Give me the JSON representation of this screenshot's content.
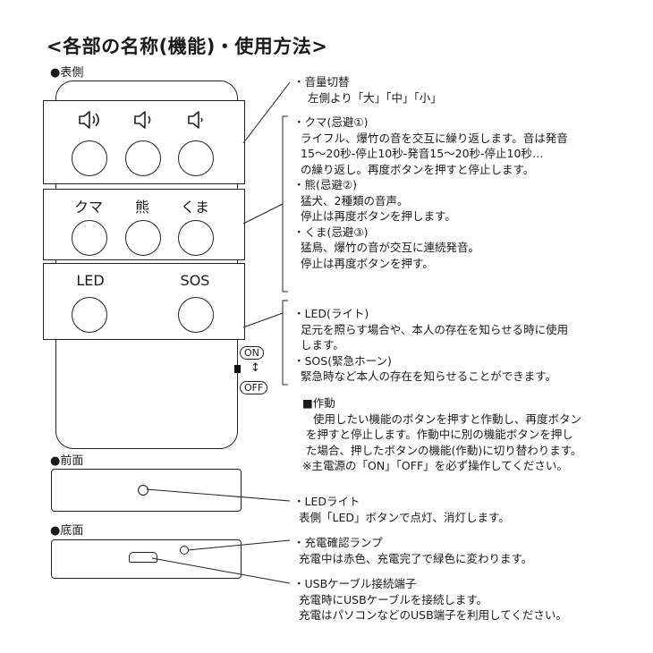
{
  "title": "<各部の名称(機能)・使用方法>",
  "sections": {
    "front": "●表側",
    "side": "●前面",
    "bottom": "●底面"
  },
  "remote": {
    "volume_icons": [
      "volume-high-icon",
      "volume-medium-icon",
      "volume-low-icon"
    ],
    "row2_labels": [
      "クマ",
      "熊",
      "くま"
    ],
    "row3_labels": [
      "LED",
      "SOS"
    ],
    "switch": {
      "on": "ON",
      "off": "OFF"
    }
  },
  "notes": {
    "volume": [
      "・音量切替",
      "左側より「大」「中」「小」"
    ],
    "modes": [
      "・クマ(忌避①)",
      "ライフル、爆竹の音を交互に繰り返します。音は発音",
      "15～20秒-停止10秒-発音15～20秒-停止10秒…",
      "の繰り返し。再度ボタンを押すと停止します。",
      "・熊(忌避②)",
      "猛犬、2種類の音声。",
      "停止は再度ボタンを押します。",
      "・くま(忌避③)",
      "猛鳥、爆竹の音が交互に連続発音。",
      "停止は再度ボタンを押す。"
    ],
    "led_sos": [
      "・LED(ライト)",
      "足元を照らす場合や、本人の存在を知らせる時に使用",
      "します。",
      "・SOS(緊急ホーン)",
      "緊急時など本人の存在を知らせることができます。"
    ],
    "operation": [
      "■作動",
      "使用したい機能のボタンを押すと作動し、再度ボタン",
      "を押すと停止します。作動中に別の機能ボタンを押し",
      "た場合、押したボタンの機能(作動)に切り替わります。",
      "※主電源の「ON」「OFF」を必ず操作してください。"
    ],
    "led_light": [
      "・LEDライト",
      "表側「LED」ボタンで点灯、消灯します。"
    ],
    "charge_lamp": [
      "・充電確認ランプ",
      "充電中は赤色、充電完了で緑色に変わります。"
    ],
    "usb": [
      "・USBケーブル接続端子",
      "充電時にUSBケーブルを接続します。",
      "充電はパソコンなどのUSB端子を利用してください。"
    ]
  }
}
